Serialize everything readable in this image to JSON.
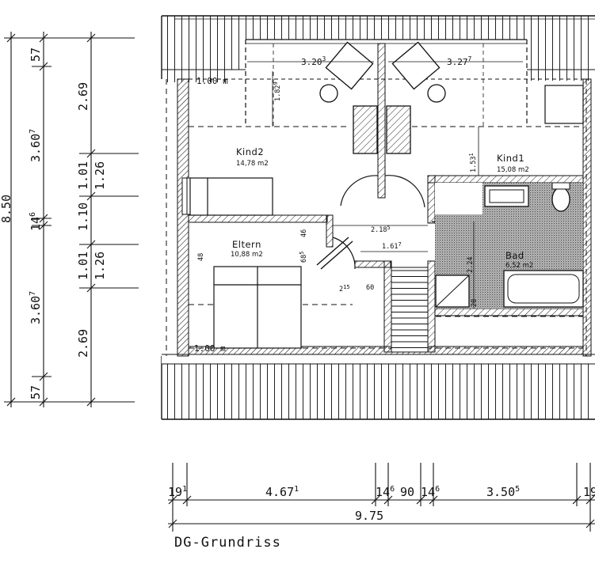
{
  "caption": "DG-Grundriss",
  "rooms": {
    "kind2": {
      "name": "Kind2",
      "area": "14,78 m2"
    },
    "kind1": {
      "name": "Kind1",
      "area": "15,08 m2"
    },
    "eltern": {
      "name": "Eltern",
      "area": "10,88 m2"
    },
    "bad": {
      "name": "Bad",
      "area": "6,52 m2"
    }
  },
  "inner_dims": {
    "top_left_width": "3.20",
    "top_left_width_sup": "3",
    "top_right_width": "3.27",
    "top_right_width_sup": "7",
    "kind2_depth": "1.82",
    "kind2_depth_sup": "9",
    "kind1_depth": "1.53",
    "kind1_depth_sup": "1",
    "hall_width": "2.18",
    "hall_width_sup": "5",
    "stair_width": "1.61",
    "stair_width_sup": "7",
    "bad_height": "2.24",
    "top_1m": "1.00 m",
    "bottom_1m": "1.00 m",
    "d48": "48",
    "d46": "46",
    "d68": "68",
    "d68_sup": "5",
    "d215": "2",
    "d215_sup": "15",
    "d60": "60",
    "d20": "20"
  },
  "left_dims": {
    "total": "8.50",
    "outer": [
      {
        "v": "57",
        "sup": ""
      },
      {
        "v": "3.60",
        "sup": "7"
      },
      {
        "v": "14",
        "sup": "6"
      },
      {
        "v": "3.60",
        "sup": "7"
      },
      {
        "v": "57",
        "sup": ""
      }
    ],
    "middle": [
      {
        "v": "2.69"
      },
      {
        "v": "1.01"
      },
      {
        "v": "1.10"
      },
      {
        "v": "1.01"
      },
      {
        "v": "2.69"
      }
    ],
    "inner": [
      {
        "v": "1.26"
      },
      {
        "v": "1.26"
      }
    ]
  },
  "bottom_dims": {
    "total": "9.75",
    "segments": [
      {
        "v": "19",
        "sup": "1"
      },
      {
        "v": "4.67",
        "sup": "1"
      },
      {
        "v": "14",
        "sup": "6"
      },
      {
        "v": "90",
        "sup": ""
      },
      {
        "v": "14",
        "sup": "6"
      },
      {
        "v": "3.50",
        "sup": "5"
      },
      {
        "v": "19",
        "sup": ""
      }
    ]
  }
}
